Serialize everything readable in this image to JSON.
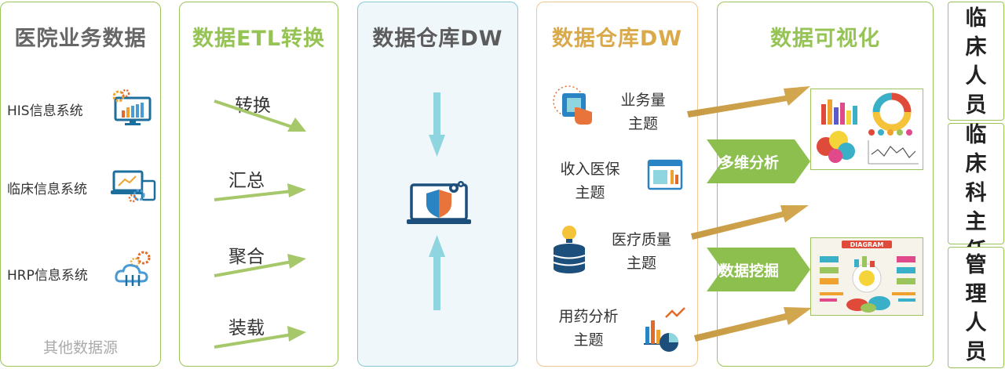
{
  "sources": {
    "title": "医院业务数据",
    "items": [
      "HIS信息系统",
      "临床信息系统",
      "HRP信息系统"
    ],
    "other": "其他数据源"
  },
  "etl": {
    "title": "数据ETL转换",
    "steps": [
      "转换",
      "汇总",
      "聚合",
      "装载"
    ]
  },
  "dw": {
    "title": "数据仓库DW"
  },
  "dw_themes": {
    "title": "数据仓库DW",
    "themes": [
      {
        "line1": "业务量",
        "line2": "主题"
      },
      {
        "line1": "收入医保",
        "line2": "主题"
      },
      {
        "line1": "医疗质量",
        "line2": "主题"
      },
      {
        "line1": "用药分析",
        "line2": "主题"
      }
    ]
  },
  "viz": {
    "title": "数据可视化",
    "badges": [
      "多维分析",
      "数据挖掘"
    ],
    "diagram_label": "DIAGRAM"
  },
  "roles": [
    "临床人员",
    "临床科主任",
    "管理人员"
  ],
  "colors": {
    "green": "#95c354",
    "green_arrow": "#a6c86a",
    "gold": "#d9a94a",
    "gold_arrow": "#c9a04a",
    "cyan_arrow": "#8fd5e0",
    "badge_green": "#8cbf4e"
  }
}
